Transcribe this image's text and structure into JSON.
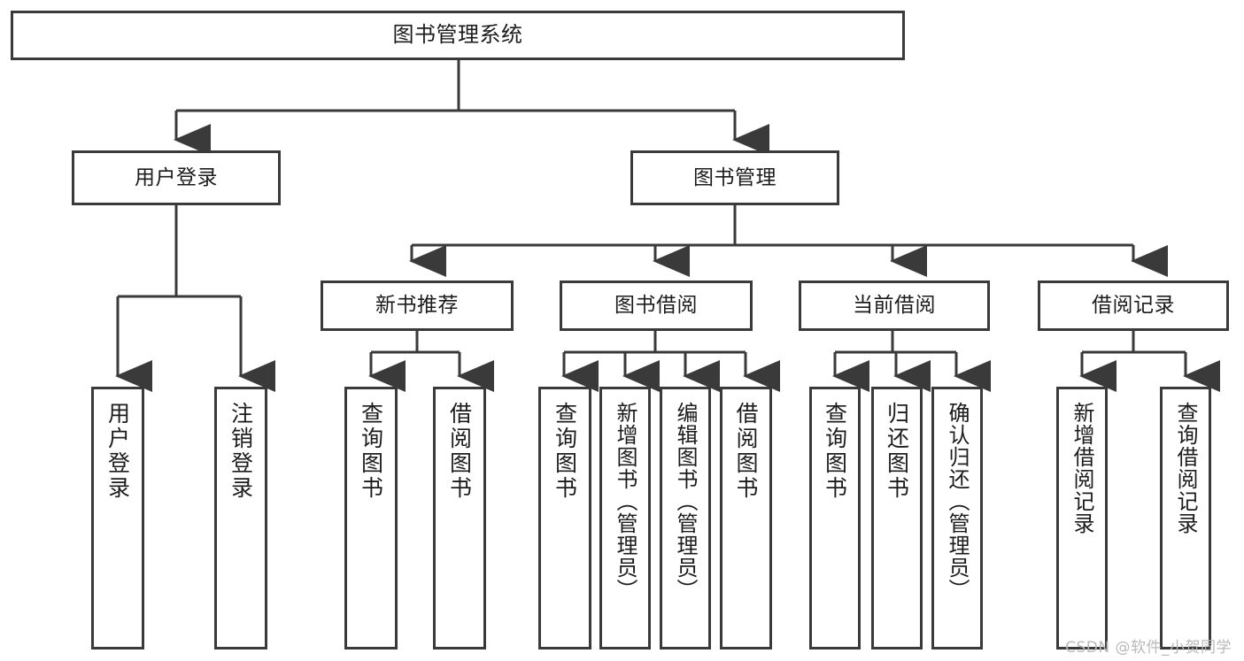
{
  "diagram": {
    "title": "图书管理系统",
    "type": "tree-hierarchy-chart",
    "root": {
      "label": "图书管理系统"
    },
    "level2": [
      {
        "label": "用户登录"
      },
      {
        "label": "图书管理"
      }
    ],
    "level3": [
      {
        "label": "新书推荐"
      },
      {
        "label": "图书借阅"
      },
      {
        "label": "当前借阅"
      },
      {
        "label": "借阅记录"
      }
    ],
    "leaves": {
      "user_login": [
        {
          "label": "用户登录"
        },
        {
          "label": "注销登录"
        }
      ],
      "new_book": [
        {
          "label": "查询图书"
        },
        {
          "label": "借阅图书"
        }
      ],
      "borrow_book": [
        {
          "label": "查询图书"
        },
        {
          "label": "新增图书（管理员）"
        },
        {
          "label": "编辑图书（管理员）"
        },
        {
          "label": "借阅图书"
        }
      ],
      "current_borrow": [
        {
          "label": "查询图书"
        },
        {
          "label": "归还图书"
        },
        {
          "label": "确认归还（管理员）"
        }
      ],
      "borrow_record": [
        {
          "label": "新增借阅记录"
        },
        {
          "label": "查询借阅记录"
        }
      ]
    }
  },
  "watermark": {
    "text": "CSDN @软件_小贺同学"
  },
  "colors": {
    "box_border": "#3a3a3a",
    "box_fill": "#ffffff",
    "line": "#3a3a3a",
    "text": "#1c1c1c",
    "watermark": "#b9b9b9",
    "background": "#ffffff"
  }
}
